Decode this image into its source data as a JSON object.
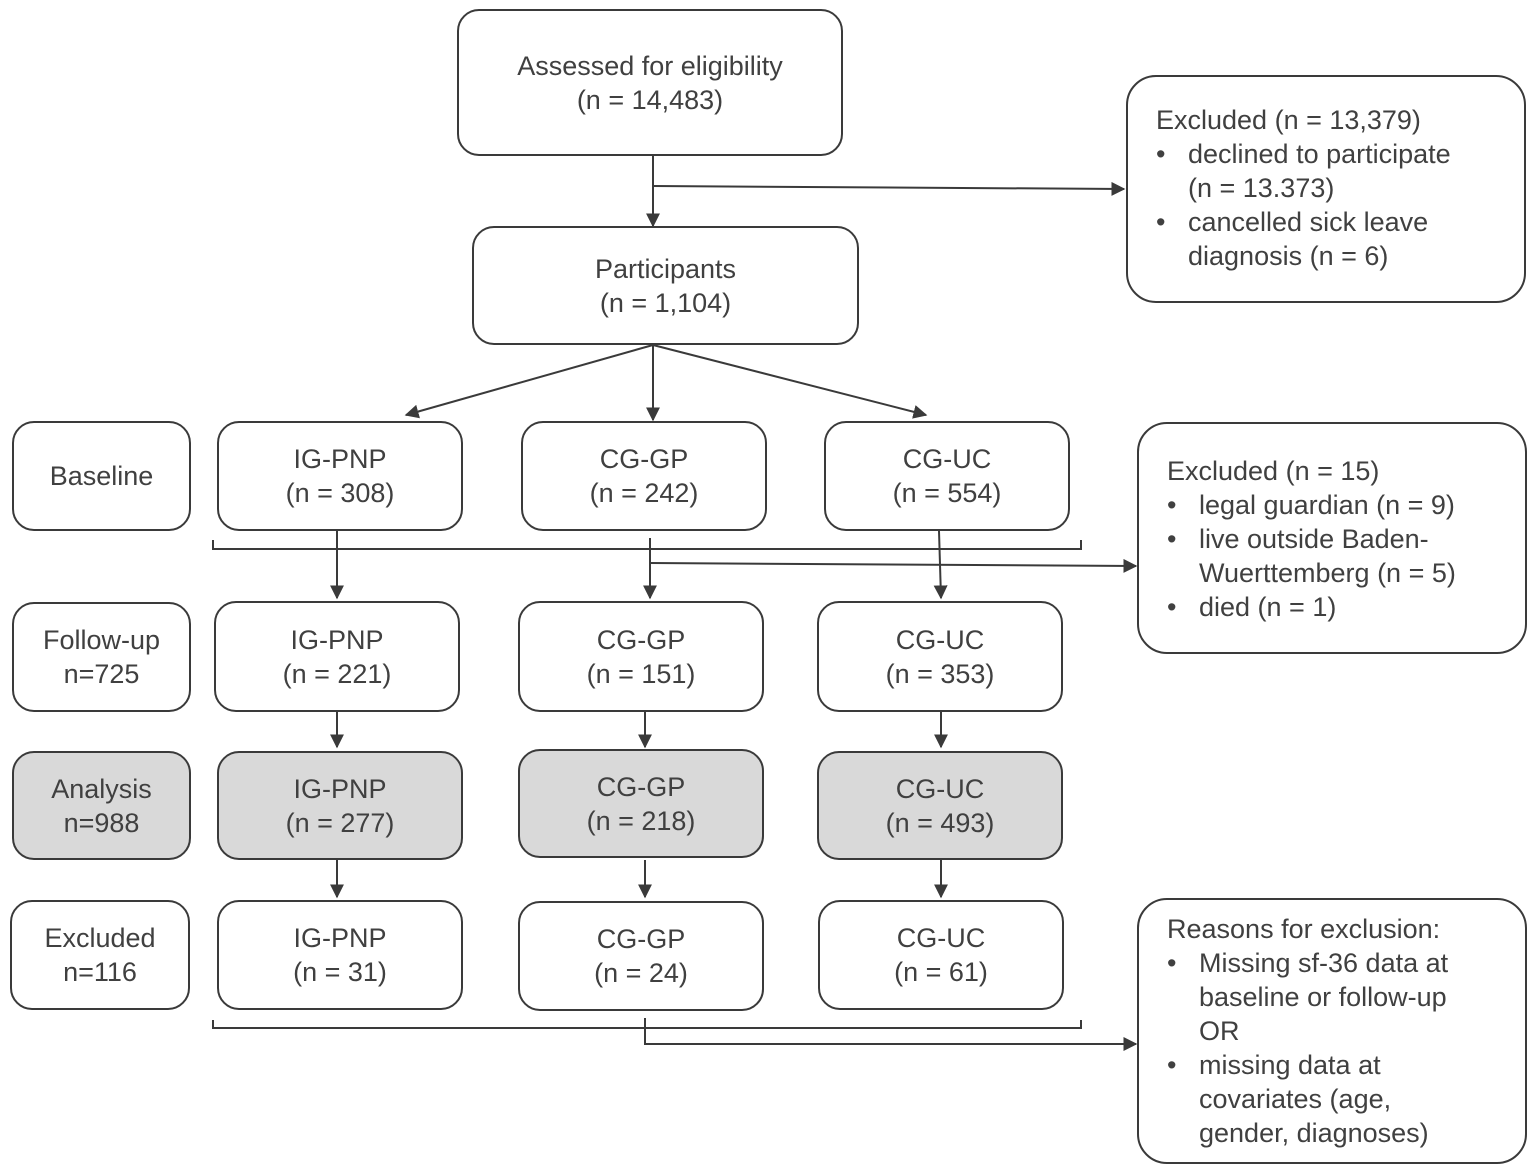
{
  "assessed": {
    "label": "Assessed for eligibility",
    "count": "(n = 14,483)"
  },
  "excluded_top": {
    "title": "Excluded (n = 13,379)",
    "items": [
      "declined to participate",
      "(n = 13.373)",
      "cancelled sick leave",
      "diagnosis (n = 6)"
    ]
  },
  "participants": {
    "label": "Participants",
    "count": "(n = 1,104)"
  },
  "baseline": {
    "row_label": "Baseline",
    "groups": [
      {
        "name": "IG-PNP",
        "count": "(n = 308)"
      },
      {
        "name": "CG-GP",
        "count": "(n = 242)"
      },
      {
        "name": "CG-UC",
        "count": "(n = 554)"
      }
    ]
  },
  "excluded_mid": {
    "title": "Excluded (n = 15)",
    "items": [
      "legal guardian (n = 9)",
      "live outside Baden-",
      "Wuerttemberg (n = 5)",
      "died (n = 1)"
    ]
  },
  "followup": {
    "row_label": "Follow-up",
    "row_count": "n=725",
    "groups": [
      {
        "name": "IG-PNP",
        "count": "(n = 221)"
      },
      {
        "name": "CG-GP",
        "count": "(n = 151)"
      },
      {
        "name": "CG-UC",
        "count": "(n = 353)"
      }
    ]
  },
  "analysis": {
    "row_label": "Analysis",
    "row_count": "n=988",
    "groups": [
      {
        "name": "IG-PNP",
        "count": "(n = 277)"
      },
      {
        "name": "CG-GP",
        "count": "(n = 218)"
      },
      {
        "name": "CG-UC",
        "count": "(n = 493)"
      }
    ]
  },
  "excluded_row": {
    "row_label": "Excluded",
    "row_count": "n=116",
    "groups": [
      {
        "name": "IG-PNP",
        "count": "(n = 31)"
      },
      {
        "name": "CG-GP",
        "count": "(n = 24)"
      },
      {
        "name": "CG-UC",
        "count": "(n = 61)"
      }
    ]
  },
  "reasons": {
    "title": "Reasons for exclusion:",
    "items": [
      "Missing sf-36 data at",
      "baseline or follow-up",
      "OR",
      "missing data at",
      "covariates (age,",
      "gender, diagnoses)"
    ]
  },
  "colors": {
    "line": "#3a3a3a",
    "shaded_fill": "#d9d9d9",
    "text": "#404040"
  }
}
